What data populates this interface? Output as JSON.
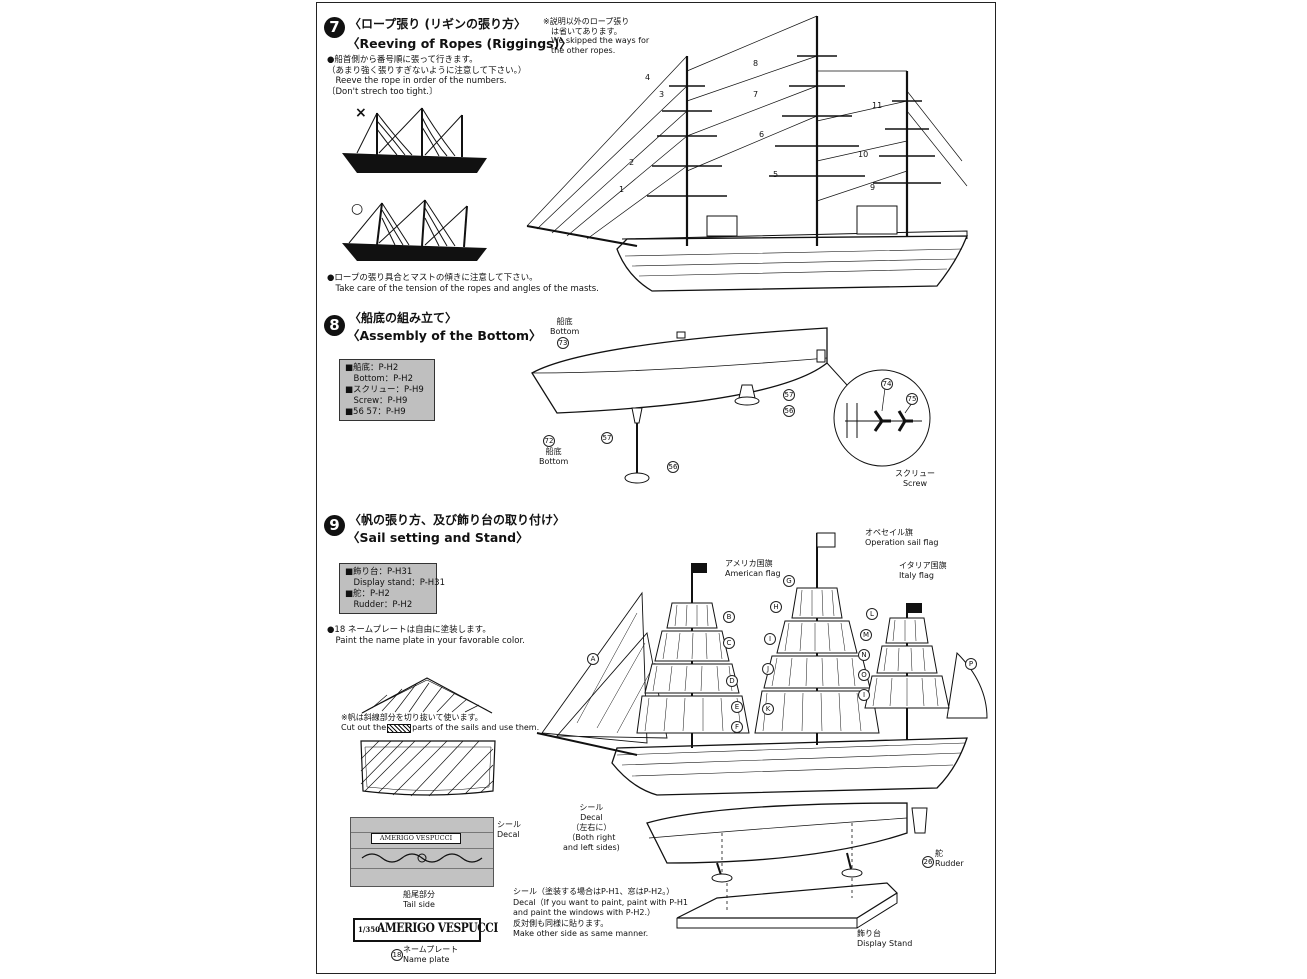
{
  "step7": {
    "number": "7",
    "title_ja": "〈ロープ張り (リギンの張り方〉",
    "title_en": "〈Reeving of Ropes (Riggings)〉",
    "note_top": [
      "※説明以外のロープ張り",
      "　は省いてあります。",
      "　We skipped the ways for",
      "　the other ropes."
    ],
    "instructions": [
      "●船首側から番号順に張って行きます。",
      "（あまり強く張りすぎないように注意して下さい。）",
      "　Reeve the rope in order of the numbers.",
      "〔Don't strech too tight.〕"
    ],
    "wrong_mark": "×",
    "right_mark": "○",
    "bottom_note": [
      "●ロープの張り具合とマストの傾きに注意して下さい。",
      "　Take care of the tension of the ropes and angles of the masts."
    ],
    "rope_numbers": [
      "1",
      "2",
      "3",
      "4",
      "5",
      "6",
      "7",
      "8",
      "9",
      "10",
      "11"
    ]
  },
  "step8": {
    "number": "8",
    "title_ja": "〈船底の組み立て〉",
    "title_en": "〈Assembly of the Bottom〉",
    "parts": [
      "■船底：P-H2",
      "　Bottom：P-H2",
      "■スクリュー：P-H9",
      "　Screw：P-H9",
      "■56 57：P-H9"
    ],
    "label_bottom_top": [
      "船底",
      "Bottom"
    ],
    "label_bottom_side": [
      "船底",
      "Bottom"
    ],
    "label_screw": [
      "スクリュー",
      "Screw"
    ],
    "part_numbers": {
      "p73a": "73",
      "p72": "72",
      "p57a": "57",
      "p56a": "56",
      "p57b": "57",
      "p56b": "56",
      "p74": "74",
      "p75": "75"
    }
  },
  "step9": {
    "number": "9",
    "title_ja": "〈帆の張り方、及び飾り台の取り付け〉",
    "title_en": "〈Sail setting and Stand〉",
    "parts": [
      "■飾り台：P-H31",
      "　Display stand：P-H31",
      "■舵：P-H2",
      "　Rudder：P-H2"
    ],
    "name_plate_note": [
      "●18 ネームプレートは自由に塗装します。",
      "　Paint the name plate in your favorable color."
    ],
    "cut_note_ja": "※帆は斜線部分を切り抜いて使います。",
    "cut_note_en_a": "Cut out the",
    "cut_note_en_b": "parts of the sails and use them.",
    "decal_ship_name": "AMERIGO VESPUCCI",
    "decal_label": [
      "シール",
      "Decal"
    ],
    "tail_label": [
      "船尾部分",
      "Tail side"
    ],
    "name_plate_scale": "1/350",
    "name_plate_text": "AMERIGO VESPUCCI",
    "name_plate_num": "18",
    "name_plate_label": [
      "ネームプレート",
      "Name plate"
    ],
    "flag_operation": [
      "オペセイル旗",
      "Operation sail flag"
    ],
    "flag_american": [
      "アメリカ国旗",
      "American flag"
    ],
    "flag_italy": [
      "イタリア国旗",
      "Italy flag"
    ],
    "decal_side": [
      "シール",
      "Decal",
      "（左右に）",
      "（Both right",
      "and left sides)"
    ],
    "decal_paint": [
      "シール（塗装する場合はP-H1、窓はP-H2。）",
      "Decal（If you want to paint, paint with P-H1",
      "and paint the windows with P-H2.）",
      "反対側も同様に貼ります。",
      "Make other side as same manner."
    ],
    "rudder_label": [
      "舵",
      "Rudder"
    ],
    "rudder_num": "26",
    "stand_label": [
      "飾り台",
      "Display Stand"
    ],
    "sail_letters": {
      "A": "A",
      "B": "B",
      "C": "C",
      "D": "D",
      "E": "E",
      "F": "F",
      "G": "G",
      "H": "H",
      "I": "I",
      "J": "J",
      "K": "K",
      "L": "L",
      "M": "M",
      "N": "N",
      "O": "O",
      "P": "P",
      "I2": "I"
    }
  }
}
